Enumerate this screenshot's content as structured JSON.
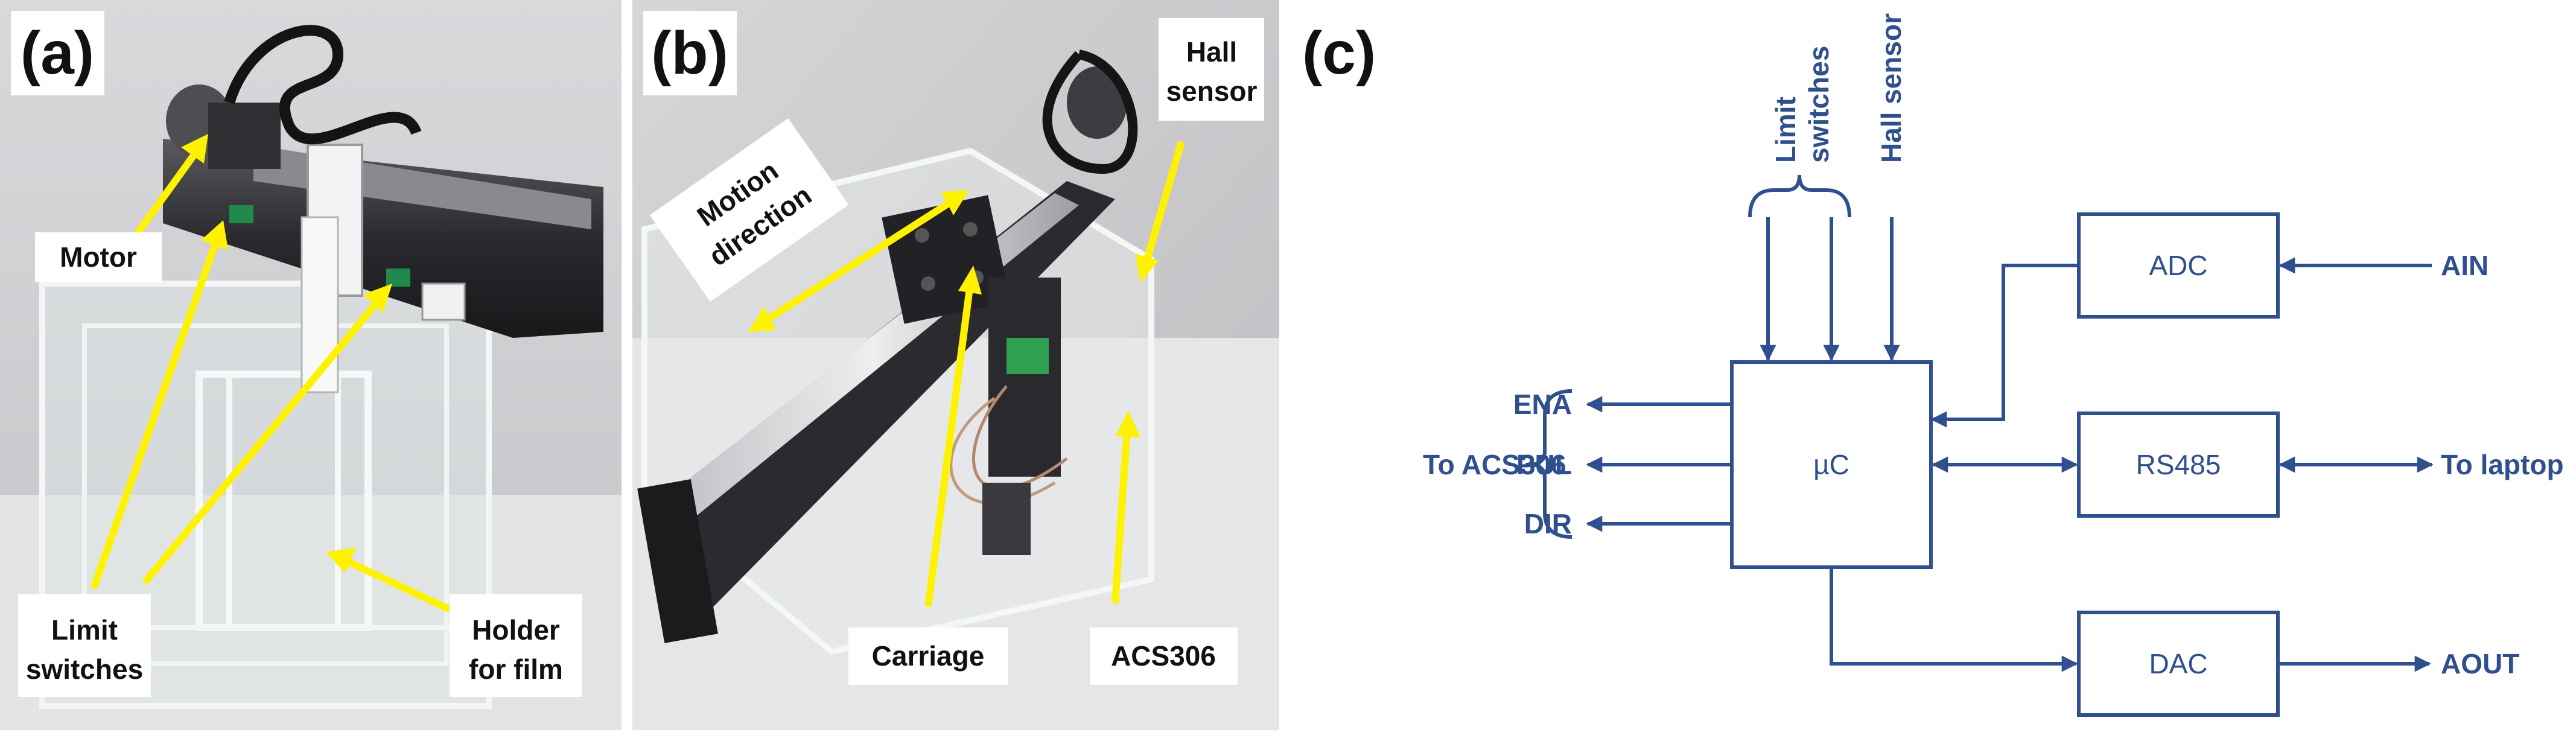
{
  "panels": {
    "a": {
      "letter": "(a)",
      "labels": {
        "motor": "Motor",
        "limit_1": "Limit",
        "limit_2": "switches",
        "holder_1": "Holder",
        "holder_2": "for film"
      }
    },
    "b": {
      "letter": "(b)",
      "labels": {
        "hall_1": "Hall",
        "hall_2": "sensor",
        "motion_1": "Motion",
        "motion_2": "direction",
        "carriage": "Carriage",
        "acs": "ACS306"
      }
    },
    "c": {
      "letter": "(c)",
      "blocks": {
        "adc": "ADC",
        "uc": "µC",
        "rs485": "RS485",
        "dac": "DAC"
      },
      "signals": {
        "ain": "AIN",
        "to_laptop": "To laptop",
        "aout": "AOUT",
        "ena": "ENA",
        "pul": "PUL",
        "dir": "DIR",
        "to_acs": "To ACS306",
        "limit_1": "Limit",
        "limit_2": "switches",
        "hall": "Hall sensor"
      }
    }
  },
  "colors": {
    "diagram": "#2f4f8f",
    "arrow": "#fff200",
    "photo_bg": "#cfcfd1"
  }
}
